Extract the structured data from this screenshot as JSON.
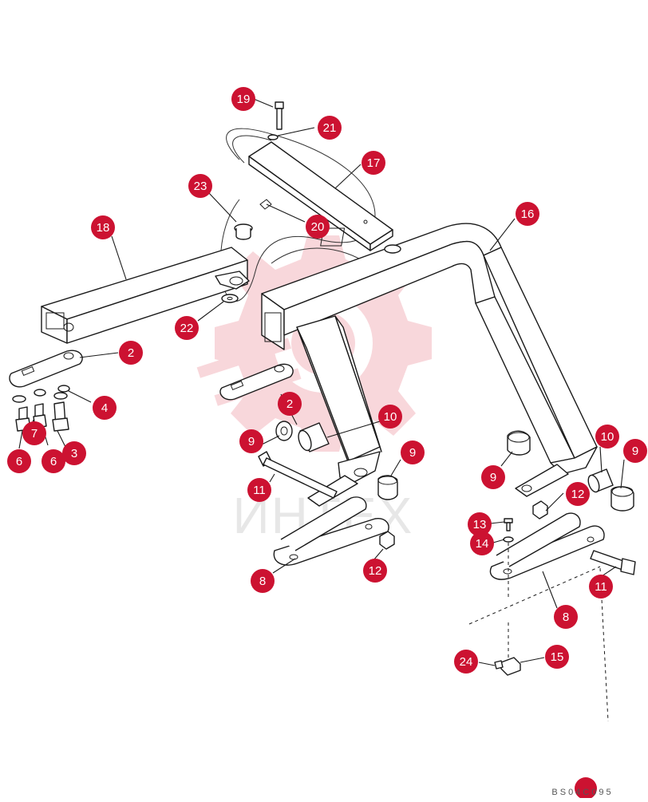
{
  "diagram": {
    "code": "BS04C095",
    "watermark_text": "ИНТЕХ",
    "colors": {
      "callout": "#cc1231",
      "callout_text": "#ffffff",
      "line": "#1a1a1a",
      "watermark": "#f3b8bf"
    },
    "callouts": [
      {
        "id": "c19",
        "label": "19"
      },
      {
        "id": "c21",
        "label": "21"
      },
      {
        "id": "c17",
        "label": "17"
      },
      {
        "id": "c23",
        "label": "23"
      },
      {
        "id": "c20",
        "label": "20"
      },
      {
        "id": "c16",
        "label": "16"
      },
      {
        "id": "c18",
        "label": "18"
      },
      {
        "id": "c22",
        "label": "22"
      },
      {
        "id": "c2a",
        "label": "2"
      },
      {
        "id": "c4",
        "label": "4"
      },
      {
        "id": "c7",
        "label": "7"
      },
      {
        "id": "c6a",
        "label": "6"
      },
      {
        "id": "c6b",
        "label": "6"
      },
      {
        "id": "c3",
        "label": "3"
      },
      {
        "id": "c2b",
        "label": "2"
      },
      {
        "id": "c10a",
        "label": "10"
      },
      {
        "id": "c9a",
        "label": "9"
      },
      {
        "id": "c11a",
        "label": "11"
      },
      {
        "id": "c9b",
        "label": "9"
      },
      {
        "id": "c8a",
        "label": "8"
      },
      {
        "id": "c12a",
        "label": "12"
      },
      {
        "id": "c10b",
        "label": "10"
      },
      {
        "id": "c9c",
        "label": "9"
      },
      {
        "id": "c9d",
        "label": "9"
      },
      {
        "id": "c12b",
        "label": "12"
      },
      {
        "id": "c13",
        "label": "13"
      },
      {
        "id": "c14",
        "label": "14"
      },
      {
        "id": "c11b",
        "label": "11"
      },
      {
        "id": "c8b",
        "label": "8"
      },
      {
        "id": "c24",
        "label": "24"
      },
      {
        "id": "c15",
        "label": "15"
      }
    ]
  }
}
